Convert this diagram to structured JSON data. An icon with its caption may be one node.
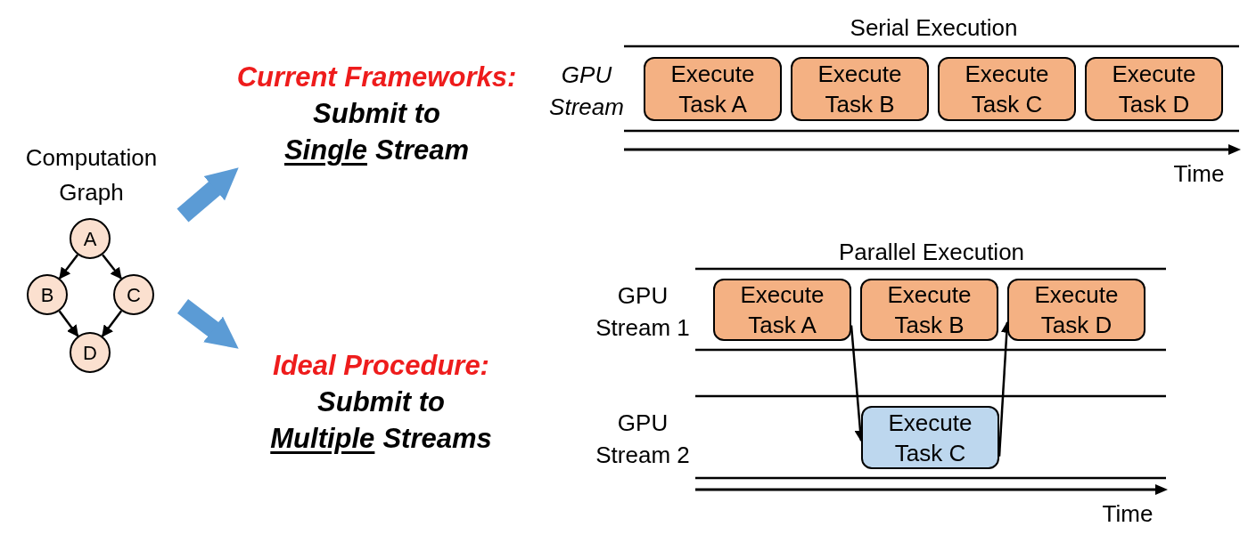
{
  "diagram": {
    "nodes": [
      {
        "text": [
          "A"
        ]
      },
      {
        "text": [
          "B"
        ]
      },
      {
        "text": [
          "C"
        ]
      },
      {
        "text": [
          "D"
        ]
      },
      {
        "text": [
          "Current Frameworks:",
          "Submit to",
          "Single",
          "Stream"
        ]
      },
      {
        "text": [
          "Ideal Procedure:",
          "Submit to",
          "Multiple",
          "Streams"
        ]
      },
      {
        "text": [
          "Execute Task A"
        ]
      },
      {
        "text": [
          "Execute Task B"
        ]
      },
      {
        "text": [
          "Execute Task C"
        ]
      },
      {
        "text": [
          "Execute Task D"
        ]
      },
      {
        "text": [
          "Execute Task A"
        ]
      },
      {
        "text": [
          "Execute Task B"
        ]
      },
      {
        "text": [
          "Execute Task D"
        ]
      },
      {
        "text": [
          "Execute Task C"
        ]
      }
    ],
    "edges": [
      {
        "from": 0,
        "to": 1,
        "arrow": "to"
      },
      {
        "from": 0,
        "to": 2,
        "arrow": "to"
      },
      {
        "from": 1,
        "to": 3,
        "arrow": "to"
      },
      {
        "from": 2,
        "to": 3,
        "arrow": "to"
      },
      {
        "from": null,
        "to": 4,
        "arrow": "to",
        "style": "thick",
        "color": "#5b9bd5"
      },
      {
        "from": null,
        "to": 5,
        "arrow": "to",
        "style": "thick",
        "color": "#5b9bd5"
      },
      {
        "from": 10,
        "to": 13,
        "arrow": "to"
      },
      {
        "from": 13,
        "to": 12,
        "arrow": "to"
      }
    ],
    "labels": [
      "Computation Graph",
      "Serial Execution",
      "GPU Stream",
      "Time",
      "Parallel Execution",
      "GPU Stream 1",
      "GPU Stream 2",
      "Time"
    ]
  }
}
